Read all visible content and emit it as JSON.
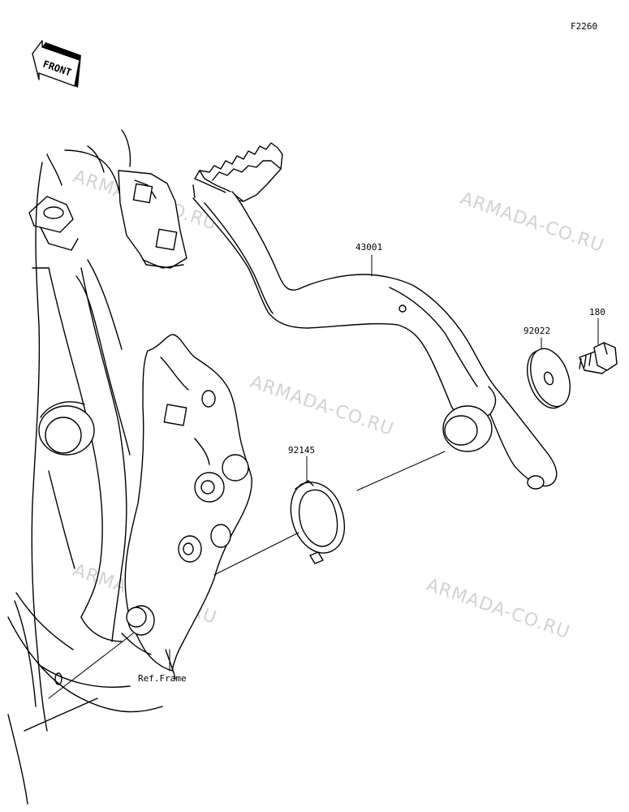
{
  "figure_code": "F2260",
  "front_label": "FRONT",
  "watermark": "ARMADA-CO.RU",
  "parts": {
    "pedal": "43001",
    "washer": "92022",
    "bolt": "180",
    "spring": "92145"
  },
  "ref_label": "Ref.Frame"
}
